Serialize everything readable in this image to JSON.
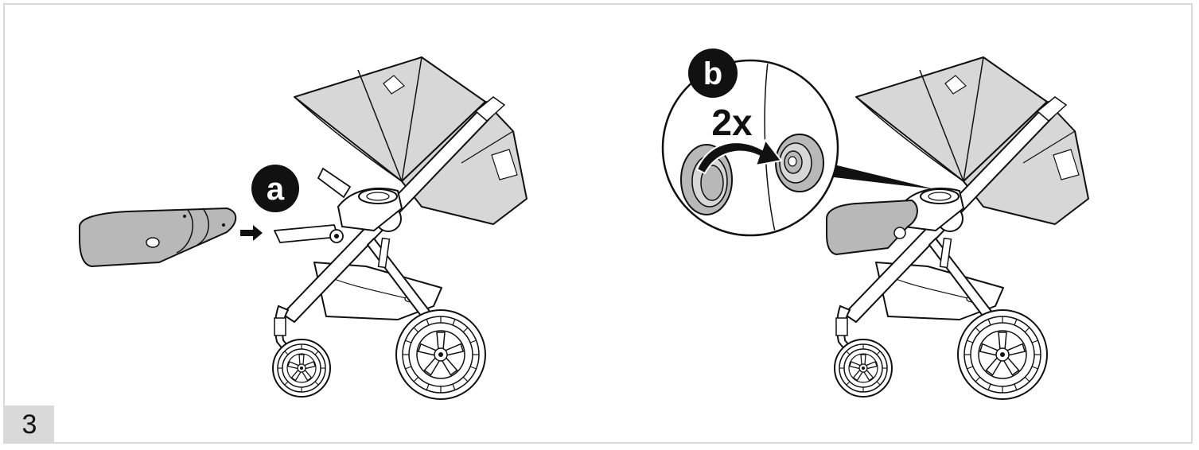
{
  "step": {
    "number": "3"
  },
  "callouts": [
    {
      "letter": "a"
    },
    {
      "letter": "b"
    }
  ],
  "detail": {
    "count": "2x"
  },
  "colors": {
    "line": "#111111",
    "fabric": "#d7d7d7",
    "part": "#b8b8b8",
    "frame": "#d9d9d9",
    "badge": "#111111"
  }
}
